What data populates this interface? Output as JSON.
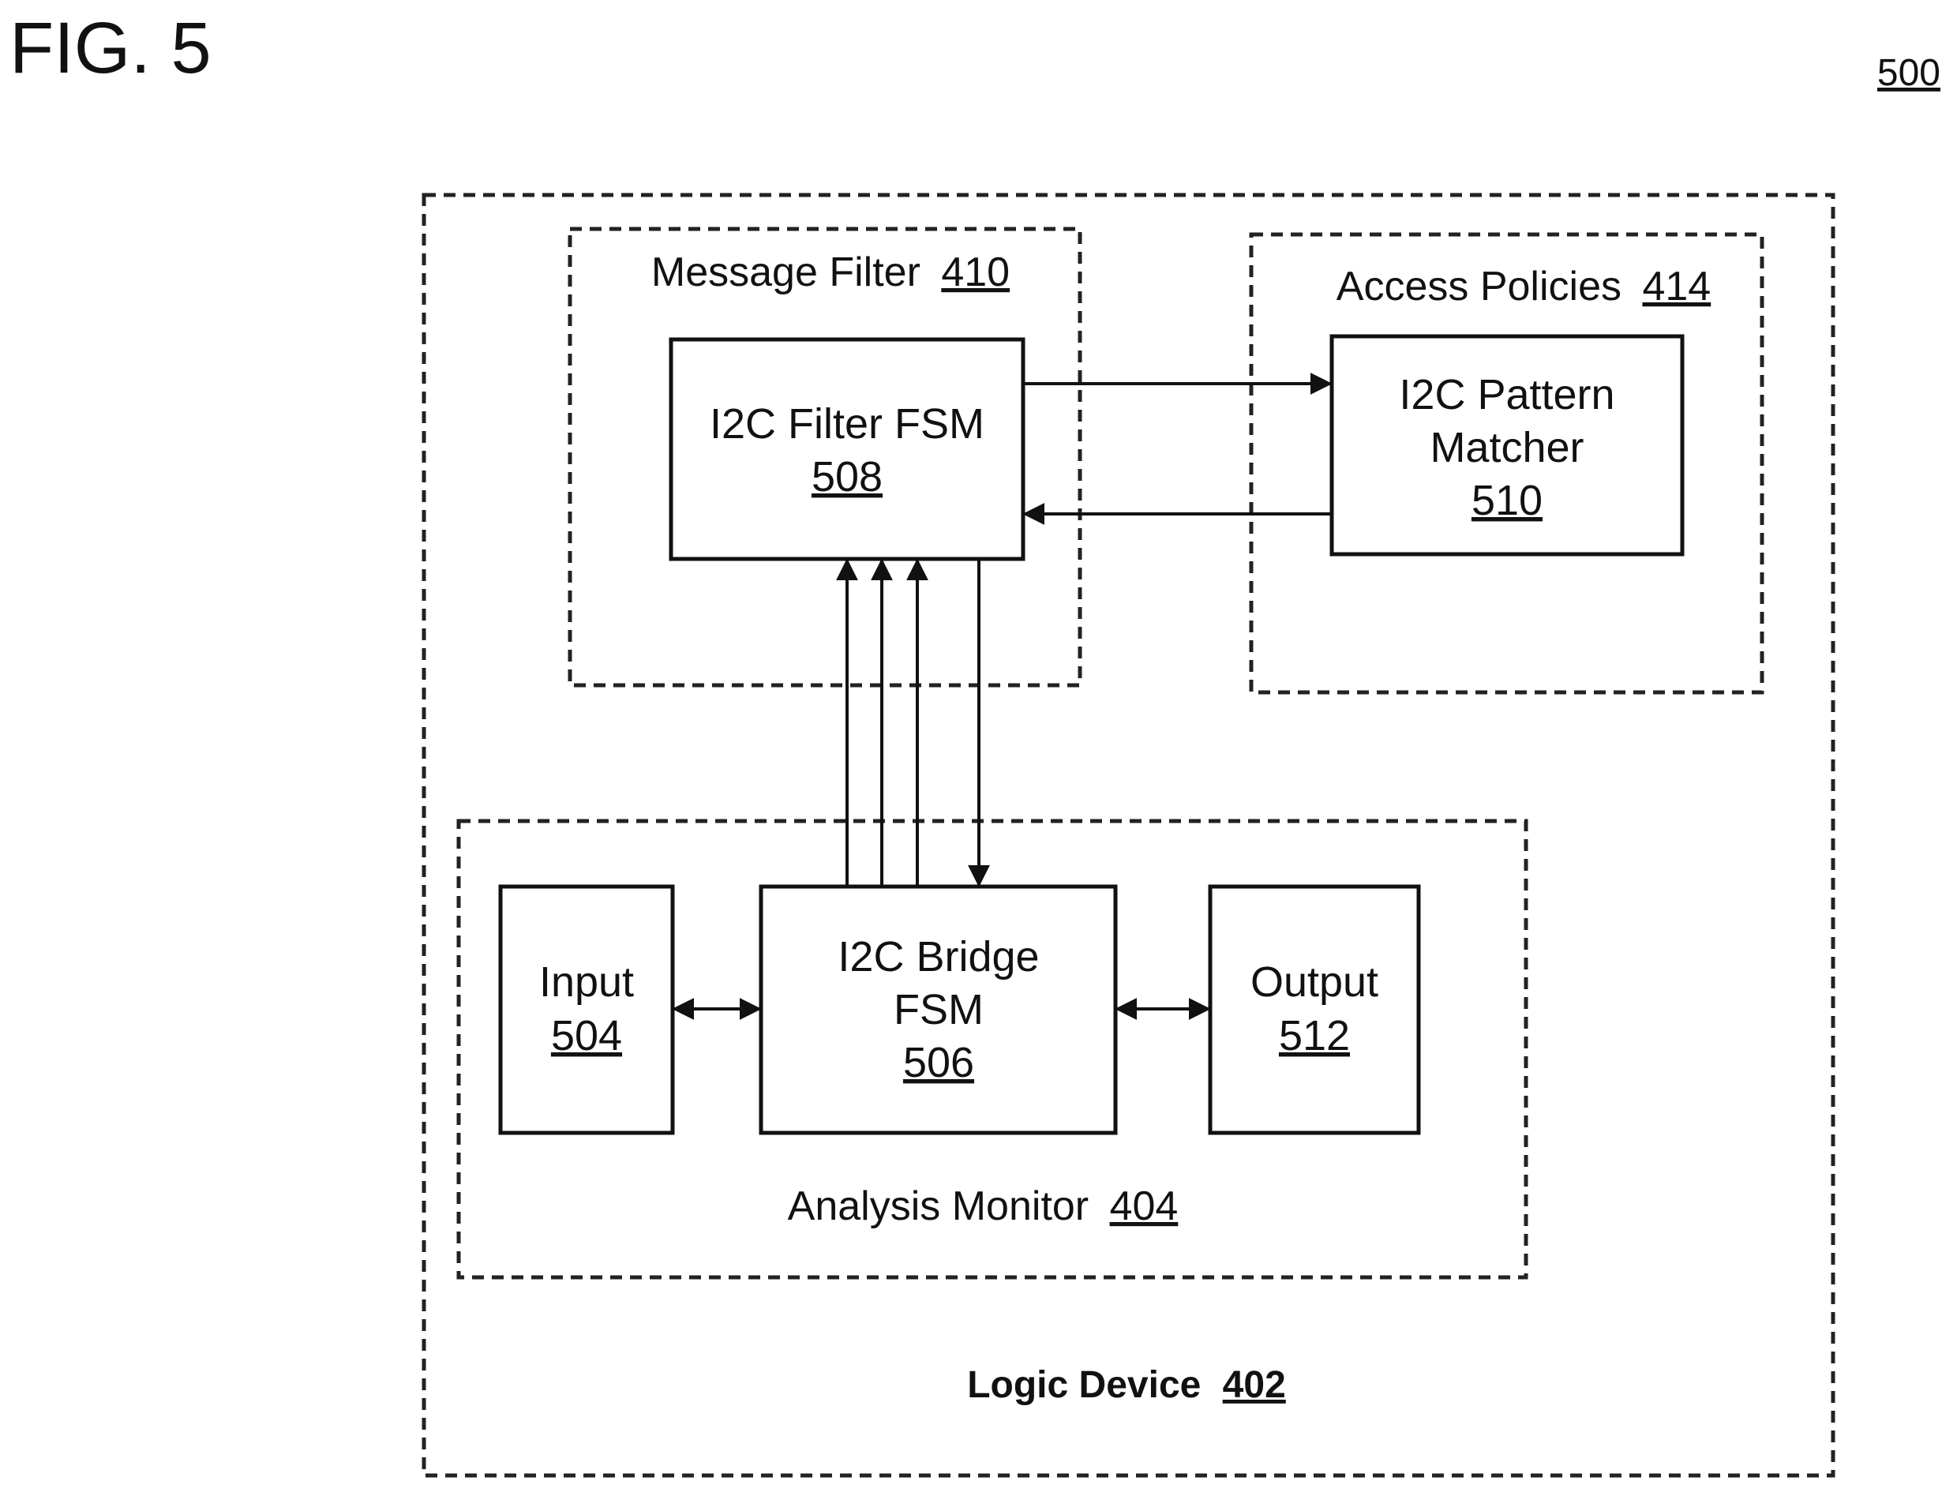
{
  "figure": {
    "title": "FIG. 5",
    "number": "500"
  },
  "logic_device": {
    "label": "Logic Device",
    "ref": "402"
  },
  "message_filter": {
    "label": "Message Filter",
    "ref": "410"
  },
  "access_policies": {
    "label": "Access Policies",
    "ref": "414"
  },
  "analysis_monitor": {
    "label": "Analysis Monitor",
    "ref": "404"
  },
  "blocks": {
    "filter_fsm": {
      "line1": "I2C Filter FSM",
      "ref": "508"
    },
    "pattern_matcher": {
      "line1": "I2C Pattern",
      "line2": "Matcher",
      "ref": "510"
    },
    "bridge_fsm": {
      "line1": "I2C Bridge",
      "line2": "FSM",
      "ref": "506"
    },
    "input": {
      "line1": "Input",
      "ref": "504"
    },
    "output": {
      "line1": "Output",
      "ref": "512"
    }
  }
}
